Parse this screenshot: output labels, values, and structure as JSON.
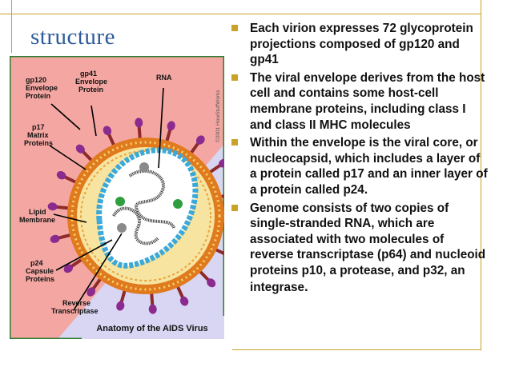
{
  "slide": {
    "title": "structure",
    "bullets": [
      {
        "text": "Each virion expresses 72 glycoprotein projections composed of gp120 and gp41"
      },
      {
        "text": "The viral envelope derives from the host cell and contains some host-cell membrane proteins, including class I and class II MHC molecules"
      },
      {
        "text": "Within the envelope is the viral core, or nucleocapsid, which includes a layer of a protein called p17 and an inner layer of a protein called p24."
      },
      {
        "text": "Genome consists of two copies of single-stranded RNA, which are associated with two molecules of reverse transcriptase (p64) and nucleoid proteins p10, a protease, and p32, an integrase",
        "tail": "."
      }
    ]
  },
  "diagram": {
    "caption": "Anatomy of the AIDS Virus",
    "copyright": "©2001 HowStuffWorks",
    "labels": {
      "gp120": [
        "gp120",
        "Envelope",
        "Protein"
      ],
      "gp41": [
        "gp41",
        "Envelope",
        "Protein"
      ],
      "rna": "RNA",
      "p17": [
        "p17",
        "Matrix",
        "Proteins"
      ],
      "lipid": [
        "Lipid",
        "Membrane"
      ],
      "p24": [
        "p24",
        "Capsule",
        "Proteins"
      ],
      "rt": [
        "Reverse",
        "Transcriptase"
      ]
    },
    "colors": {
      "accent": "#c9a227",
      "title": "#2d5b9a",
      "bg_pink": "#f4a7a2",
      "bg_lavender": "#d8d6f2",
      "membrane": "#e07a1f",
      "matrix": "#f7e4a0",
      "capsid": "#3aa9d9",
      "spike_stalk": "#8e2a2a",
      "spike_head": "#8b2a8f"
    }
  }
}
